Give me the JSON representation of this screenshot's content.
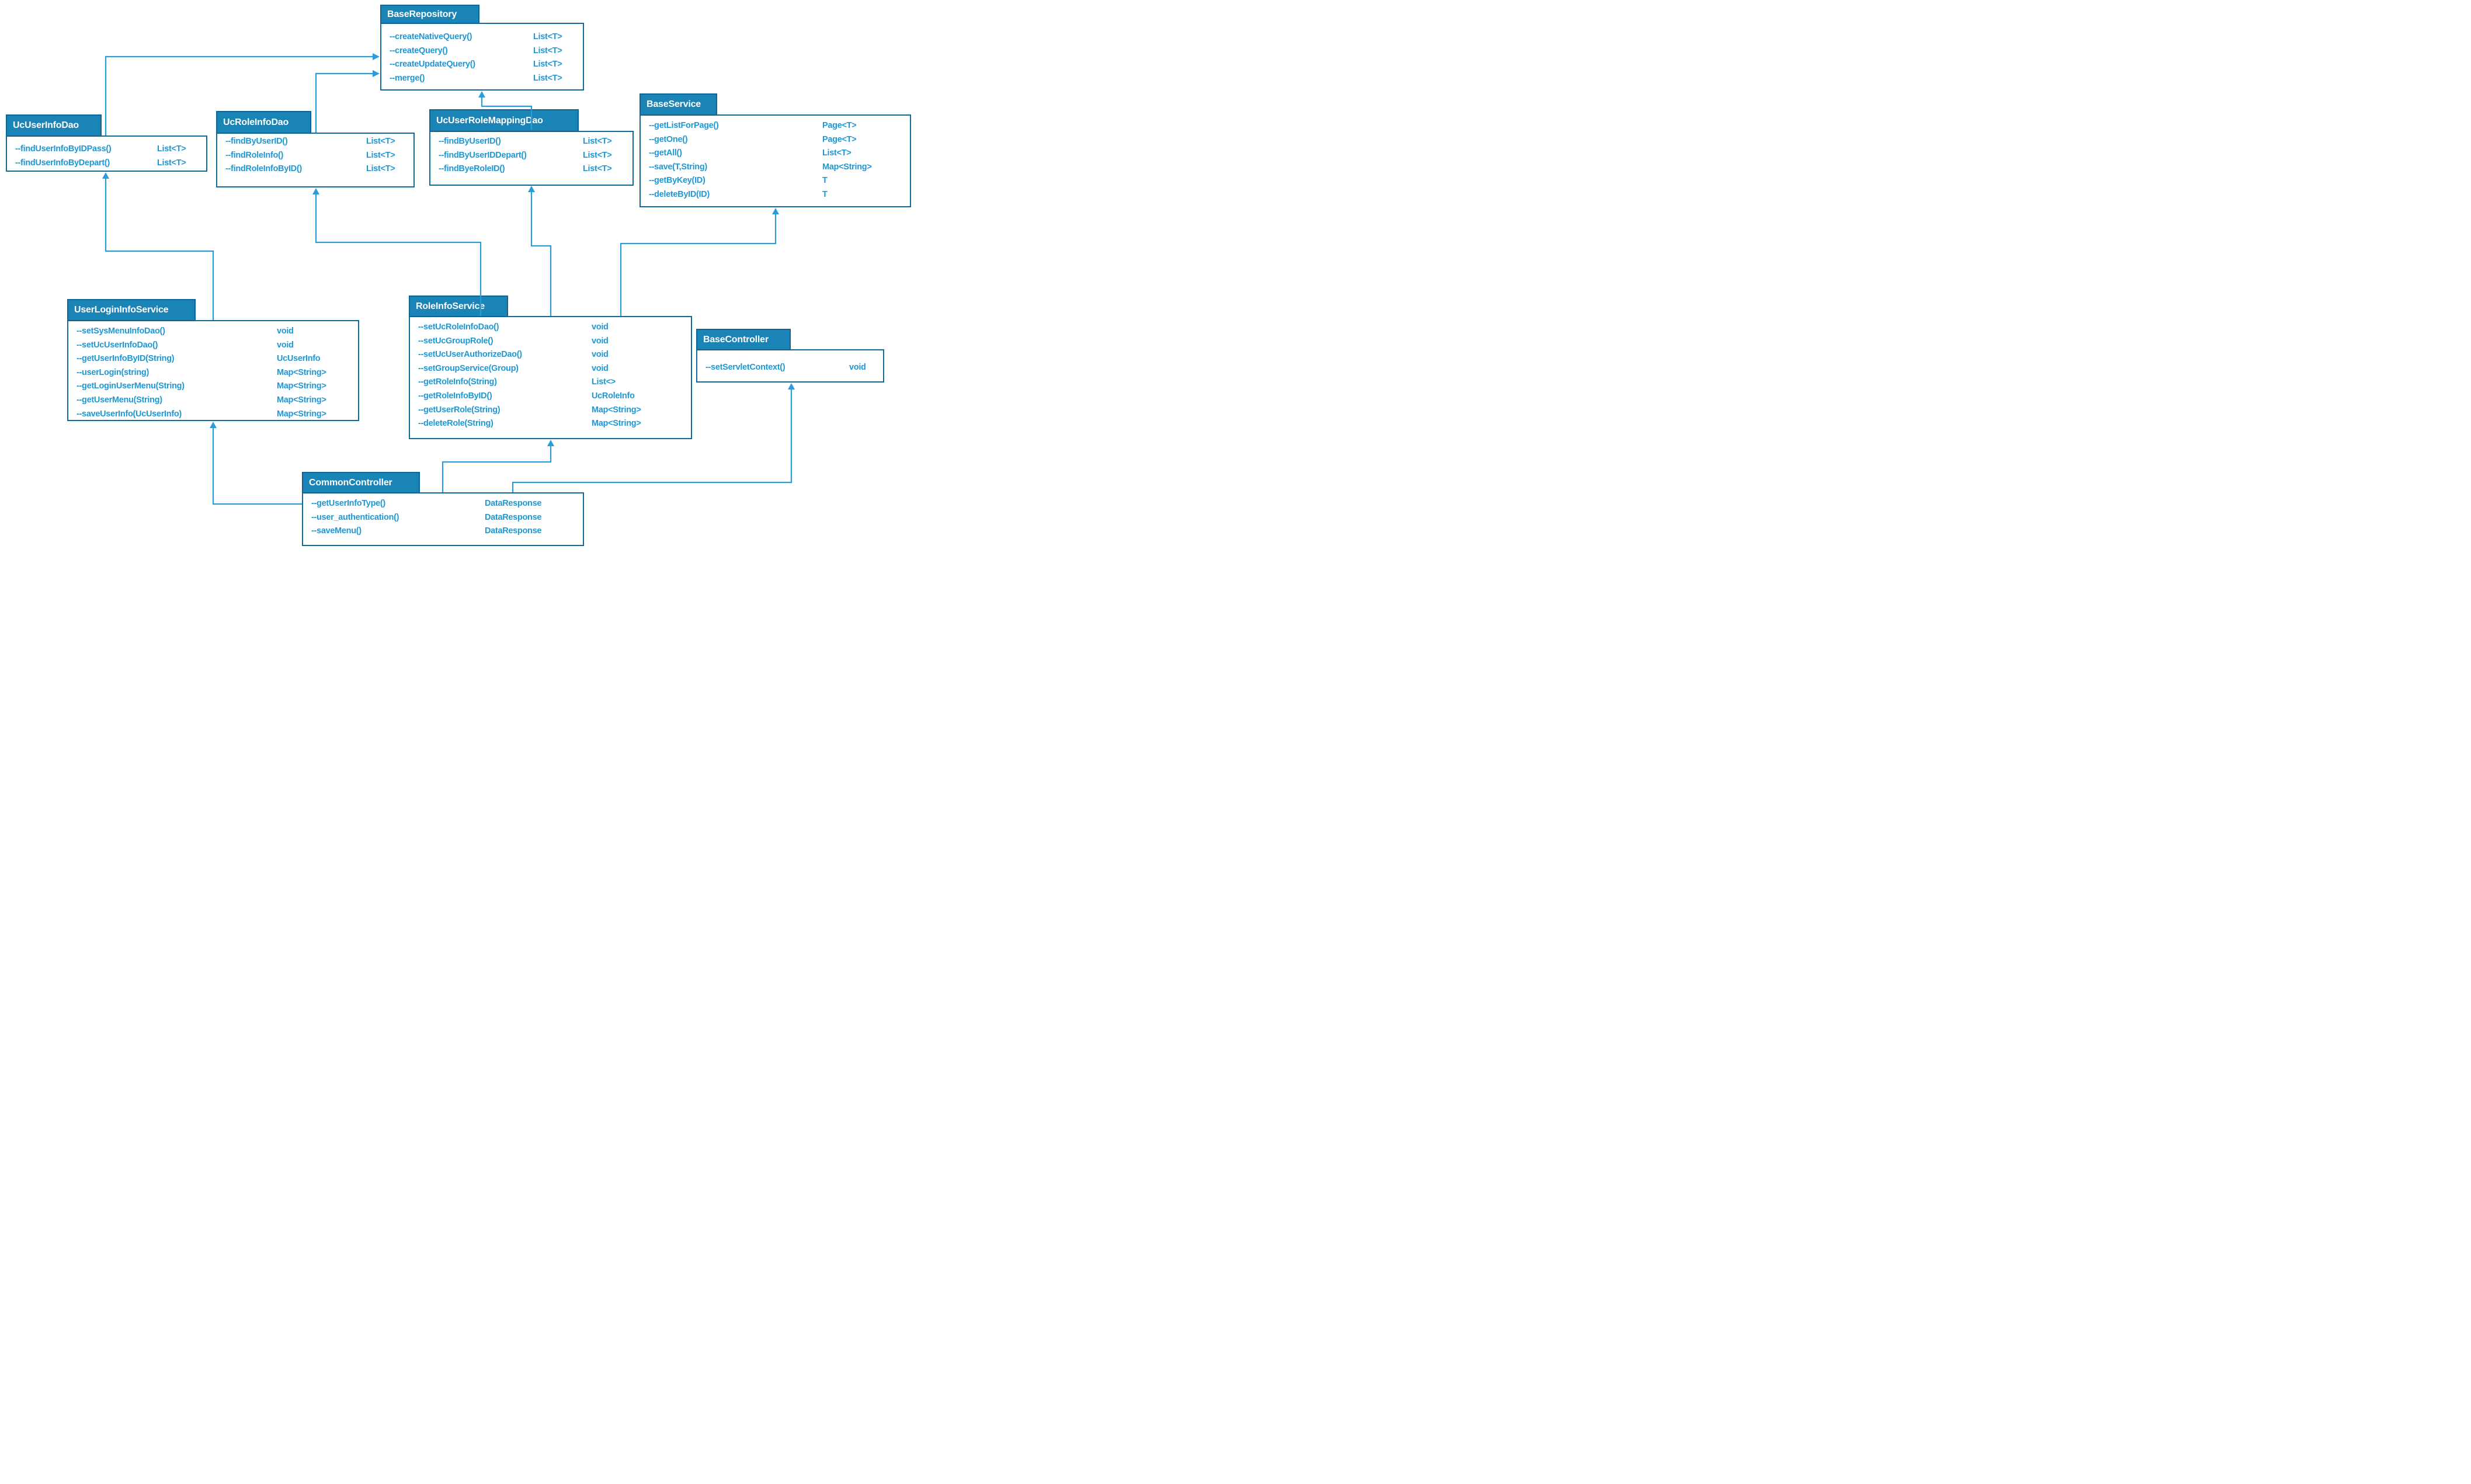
{
  "diagram": {
    "title": "UML class diagram",
    "colors": {
      "header_fill": "#1b84b6",
      "header_border": "#0f6491",
      "box_border": "#10699a",
      "method_text": "#2098d4",
      "connector": "#2b9cd8",
      "title_text": "#ffffff",
      "background": "#ffffff"
    },
    "classes": [
      {
        "id": "base_repository",
        "title": "BaseRepository",
        "methods": [
          {
            "sig": "--createNativeQuery()",
            "ret": "List<T>"
          },
          {
            "sig": "--createQuery()",
            "ret": "List<T>"
          },
          {
            "sig": "--createUpdateQuery()",
            "ret": "List<T>"
          },
          {
            "sig": "--merge()",
            "ret": "List<T>"
          }
        ]
      },
      {
        "id": "uc_user_info_dao",
        "title": "UcUserInfoDao",
        "methods": [
          {
            "sig": "--findUserInfoByIDPass()",
            "ret": "List<T>"
          },
          {
            "sig": "--findUserInfoByDepart()",
            "ret": "List<T>"
          }
        ]
      },
      {
        "id": "uc_role_info_dao",
        "title": "UcRoleInfoDao",
        "methods": [
          {
            "sig": "--findByUserID()",
            "ret": "List<T>"
          },
          {
            "sig": "--findRoleInfo()",
            "ret": "List<T>"
          },
          {
            "sig": "--findRoleInfoByID()",
            "ret": "List<T>"
          }
        ]
      },
      {
        "id": "uc_user_role_mapping_dao",
        "title": "UcUserRoleMappingDao",
        "methods": [
          {
            "sig": "--findByUserID()",
            "ret": "List<T>"
          },
          {
            "sig": "--findByUserIDDepart()",
            "ret": "List<T>"
          },
          {
            "sig": "--findByeRoleID()",
            "ret": "List<T>"
          }
        ]
      },
      {
        "id": "base_service",
        "title": "BaseService",
        "methods": [
          {
            "sig": "--getListForPage()",
            "ret": "Page<T>"
          },
          {
            "sig": "--getOne()",
            "ret": "Page<T>"
          },
          {
            "sig": "--getAll()",
            "ret": "List<T>"
          },
          {
            "sig": "--save(T,String)",
            "ret": "Map<String>"
          },
          {
            "sig": "--getByKey(ID)",
            "ret": "T"
          },
          {
            "sig": "--deleteByID(ID)",
            "ret": "T"
          }
        ]
      },
      {
        "id": "user_login_info_service",
        "title": "UserLoginInfoService",
        "methods": [
          {
            "sig": "--setSysMenuInfoDao()",
            "ret": "void"
          },
          {
            "sig": "--setUcUserInfoDao()",
            "ret": "void"
          },
          {
            "sig": "--getUserInfoByID(String)",
            "ret": "UcUserInfo"
          },
          {
            "sig": "--userLogin(string)",
            "ret": "Map<String>"
          },
          {
            "sig": "--getLoginUserMenu(String)",
            "ret": "Map<String>"
          },
          {
            "sig": "--getUserMenu(String)",
            "ret": "Map<String>"
          },
          {
            "sig": "--saveUserInfo(UcUserInfo)",
            "ret": "Map<String>"
          }
        ]
      },
      {
        "id": "role_info_service",
        "title": "RoleInfoService",
        "methods": [
          {
            "sig": "--setUcRoleInfoDao()",
            "ret": "void"
          },
          {
            "sig": "--setUcGroupRole()",
            "ret": "void"
          },
          {
            "sig": "--setUcUserAuthorizeDao()",
            "ret": "void"
          },
          {
            "sig": "--setGroupService(Group)",
            "ret": "void"
          },
          {
            "sig": "--getRoleInfo(String)",
            "ret": "List<>"
          },
          {
            "sig": "--getRoleInfoByID()",
            "ret": "UcRoleInfo"
          },
          {
            "sig": "--getUserRole(String)",
            "ret": "Map<String>"
          },
          {
            "sig": "--deleteRole(String)",
            "ret": "Map<String>"
          }
        ]
      },
      {
        "id": "base_controller",
        "title": "BaseController",
        "methods": [
          {
            "sig": "--setServletContext()",
            "ret": "void"
          }
        ]
      },
      {
        "id": "common_controller",
        "title": "CommonController",
        "methods": [
          {
            "sig": "--getUserInfoType()",
            "ret": "DataResponse"
          },
          {
            "sig": "--user_authentication()",
            "ret": "DataResponse"
          },
          {
            "sig": "--saveMenu()",
            "ret": "DataResponse"
          }
        ]
      }
    ],
    "relations": [
      {
        "from": "UcUserInfoDao",
        "to": "BaseRepository"
      },
      {
        "from": "UcRoleInfoDao",
        "to": "BaseRepository"
      },
      {
        "from": "UcUserRoleMappingDao",
        "to": "BaseRepository"
      },
      {
        "from": "UserLoginInfoService",
        "to": "UcUserInfoDao"
      },
      {
        "from": "RoleInfoService",
        "to": "UcRoleInfoDao"
      },
      {
        "from": "RoleInfoService",
        "to": "UcUserRoleMappingDao"
      },
      {
        "from": "RoleInfoService",
        "to": "BaseService"
      },
      {
        "from": "CommonController",
        "to": "UserLoginInfoService"
      },
      {
        "from": "CommonController",
        "to": "RoleInfoService"
      },
      {
        "from": "CommonController",
        "to": "BaseController"
      }
    ]
  }
}
